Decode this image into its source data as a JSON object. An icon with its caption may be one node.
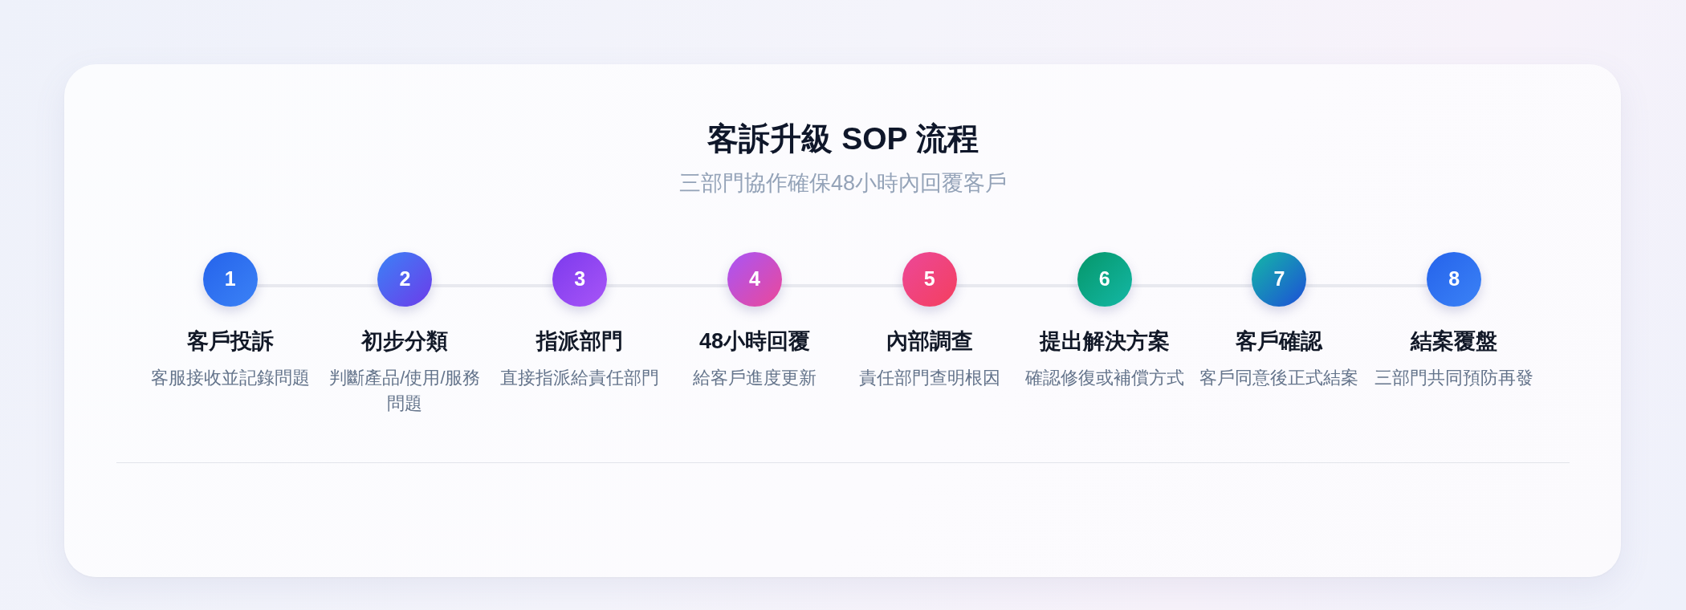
{
  "diagram": {
    "title": "客訴升級 SOP 流程",
    "nodes": [
      {
        "text": [
          "1"
        ],
        "beside": [
          "客戶投訴",
          "客服接收並記錄問題"
        ]
      },
      {
        "text": [
          "2"
        ],
        "beside": [
          "初步分類",
          "判斷產品/使用/服務問題"
        ]
      },
      {
        "text": [
          "3"
        ],
        "beside": [
          "指派部門",
          "直接指派給責任部門"
        ]
      },
      {
        "text": [
          "4"
        ],
        "beside": [
          "48小時回覆",
          "給客戶進度更新"
        ]
      },
      {
        "text": [
          "5"
        ],
        "beside": [
          "內部調查",
          "責任部門查明根因"
        ]
      },
      {
        "text": [
          "6"
        ],
        "beside": [
          "提出解決方案",
          "確認修復或補償方式"
        ]
      },
      {
        "text": [
          "7"
        ],
        "beside": [
          "客戶確認",
          "客戶同意後正式結案"
        ]
      },
      {
        "text": [
          "8"
        ],
        "beside": [
          "結案覆盤",
          "三部門共同預防再發"
        ]
      }
    ],
    "edges": [
      {
        "from": 0,
        "to": 1,
        "arrow": "none"
      },
      {
        "from": 1,
        "to": 2,
        "arrow": "none"
      },
      {
        "from": 2,
        "to": 3,
        "arrow": "none"
      },
      {
        "from": 3,
        "to": 4,
        "arrow": "none"
      },
      {
        "from": 4,
        "to": 5,
        "arrow": "none"
      },
      {
        "from": 5,
        "to": 6,
        "arrow": "none"
      },
      {
        "from": 6,
        "to": 7,
        "arrow": "none"
      }
    ],
    "labels": [
      "三部門協作確保48小時內回覆客戶"
    ]
  }
}
